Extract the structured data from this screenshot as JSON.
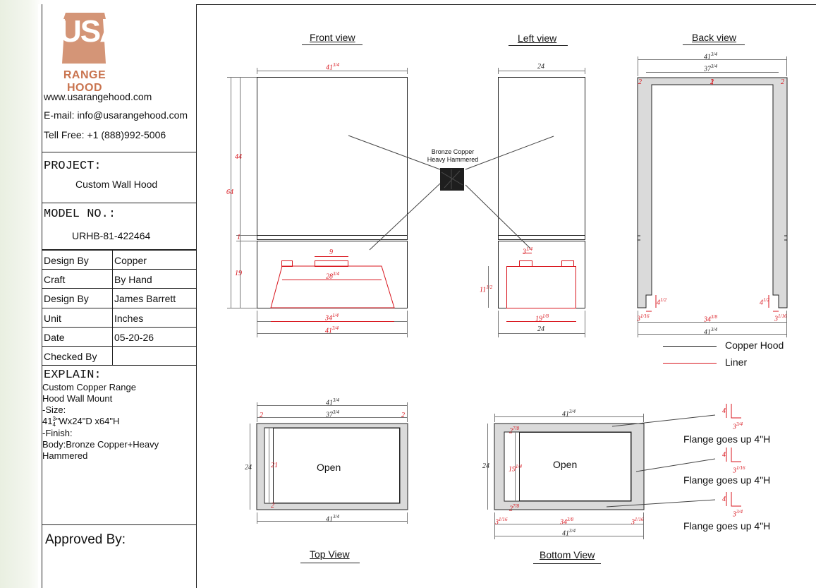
{
  "brand": {
    "logo_letters": "USA",
    "logo_sub": "RANGE HOOD",
    "website": "www.usarangehood.com",
    "email": "E-mail: info@usarangehood.com",
    "phone": "Tell Free: +1 (888)992-5006"
  },
  "project": {
    "label": "PROJECT:",
    "value": "Custom Wall Hood"
  },
  "model": {
    "label": "MODEL NO.:",
    "value": "URHB-81-422464"
  },
  "spec_rows": [
    {
      "key": "Design By",
      "value": "Copper"
    },
    {
      "key": "Craft",
      "value": "By Hand"
    },
    {
      "key": "Design By",
      "value": "James Barrett"
    },
    {
      "key": "Unit",
      "value": "Inches"
    },
    {
      "key": "Date",
      "value": "05-20-26"
    },
    {
      "key": "Checked By",
      "value": ""
    }
  ],
  "explain": {
    "label": "EXPLAIN:",
    "lines": [
      "Custom Copper Range",
      "Hood Wall Mount",
      "-Size:"
    ],
    "size_whole": "41",
    "size_num": "3",
    "size_den": "4",
    "size_rest": "\"Wx24\"D x64\"H",
    "finish_lines": [
      "-Finish:",
      "Body:Bronze Copper+Heavy",
      "Hammered"
    ]
  },
  "approved": "Approved By:",
  "views": {
    "front": "Front view",
    "left": "Left view",
    "back": "Back view",
    "top": "Top View",
    "bottom": "Bottom View"
  },
  "material": {
    "line1": "Bronze Copper",
    "line2": "Heavy Hammered"
  },
  "legend": {
    "copper": "Copper Hood",
    "liner": "Liner"
  },
  "open_label": "Open",
  "flange_note": "Flange goes up 4\"H",
  "dims": {
    "w41": "41",
    "w37": "37",
    "w34": "34",
    "w28": "28",
    "w19": "19",
    "d24": "24",
    "h64": "64",
    "h44": "44",
    "h19": "19",
    "h1": "1",
    "h11": "11",
    "d9": "9",
    "d2": "2",
    "d4": "4",
    "d21": "21",
    "f3_4": "3/4",
    "f1_4": "1/4",
    "f1_2": "1/2",
    "f3_8": "3/8",
    "f1_8": "1/8",
    "f7_8": "7/8",
    "f1_16": "1/16",
    "s31": "3",
    "s34": "3/4"
  },
  "colors": {
    "copper": "#222222",
    "liner": "#d8141c",
    "logo": "#cf8a68",
    "gray_fill": "#dadada"
  }
}
